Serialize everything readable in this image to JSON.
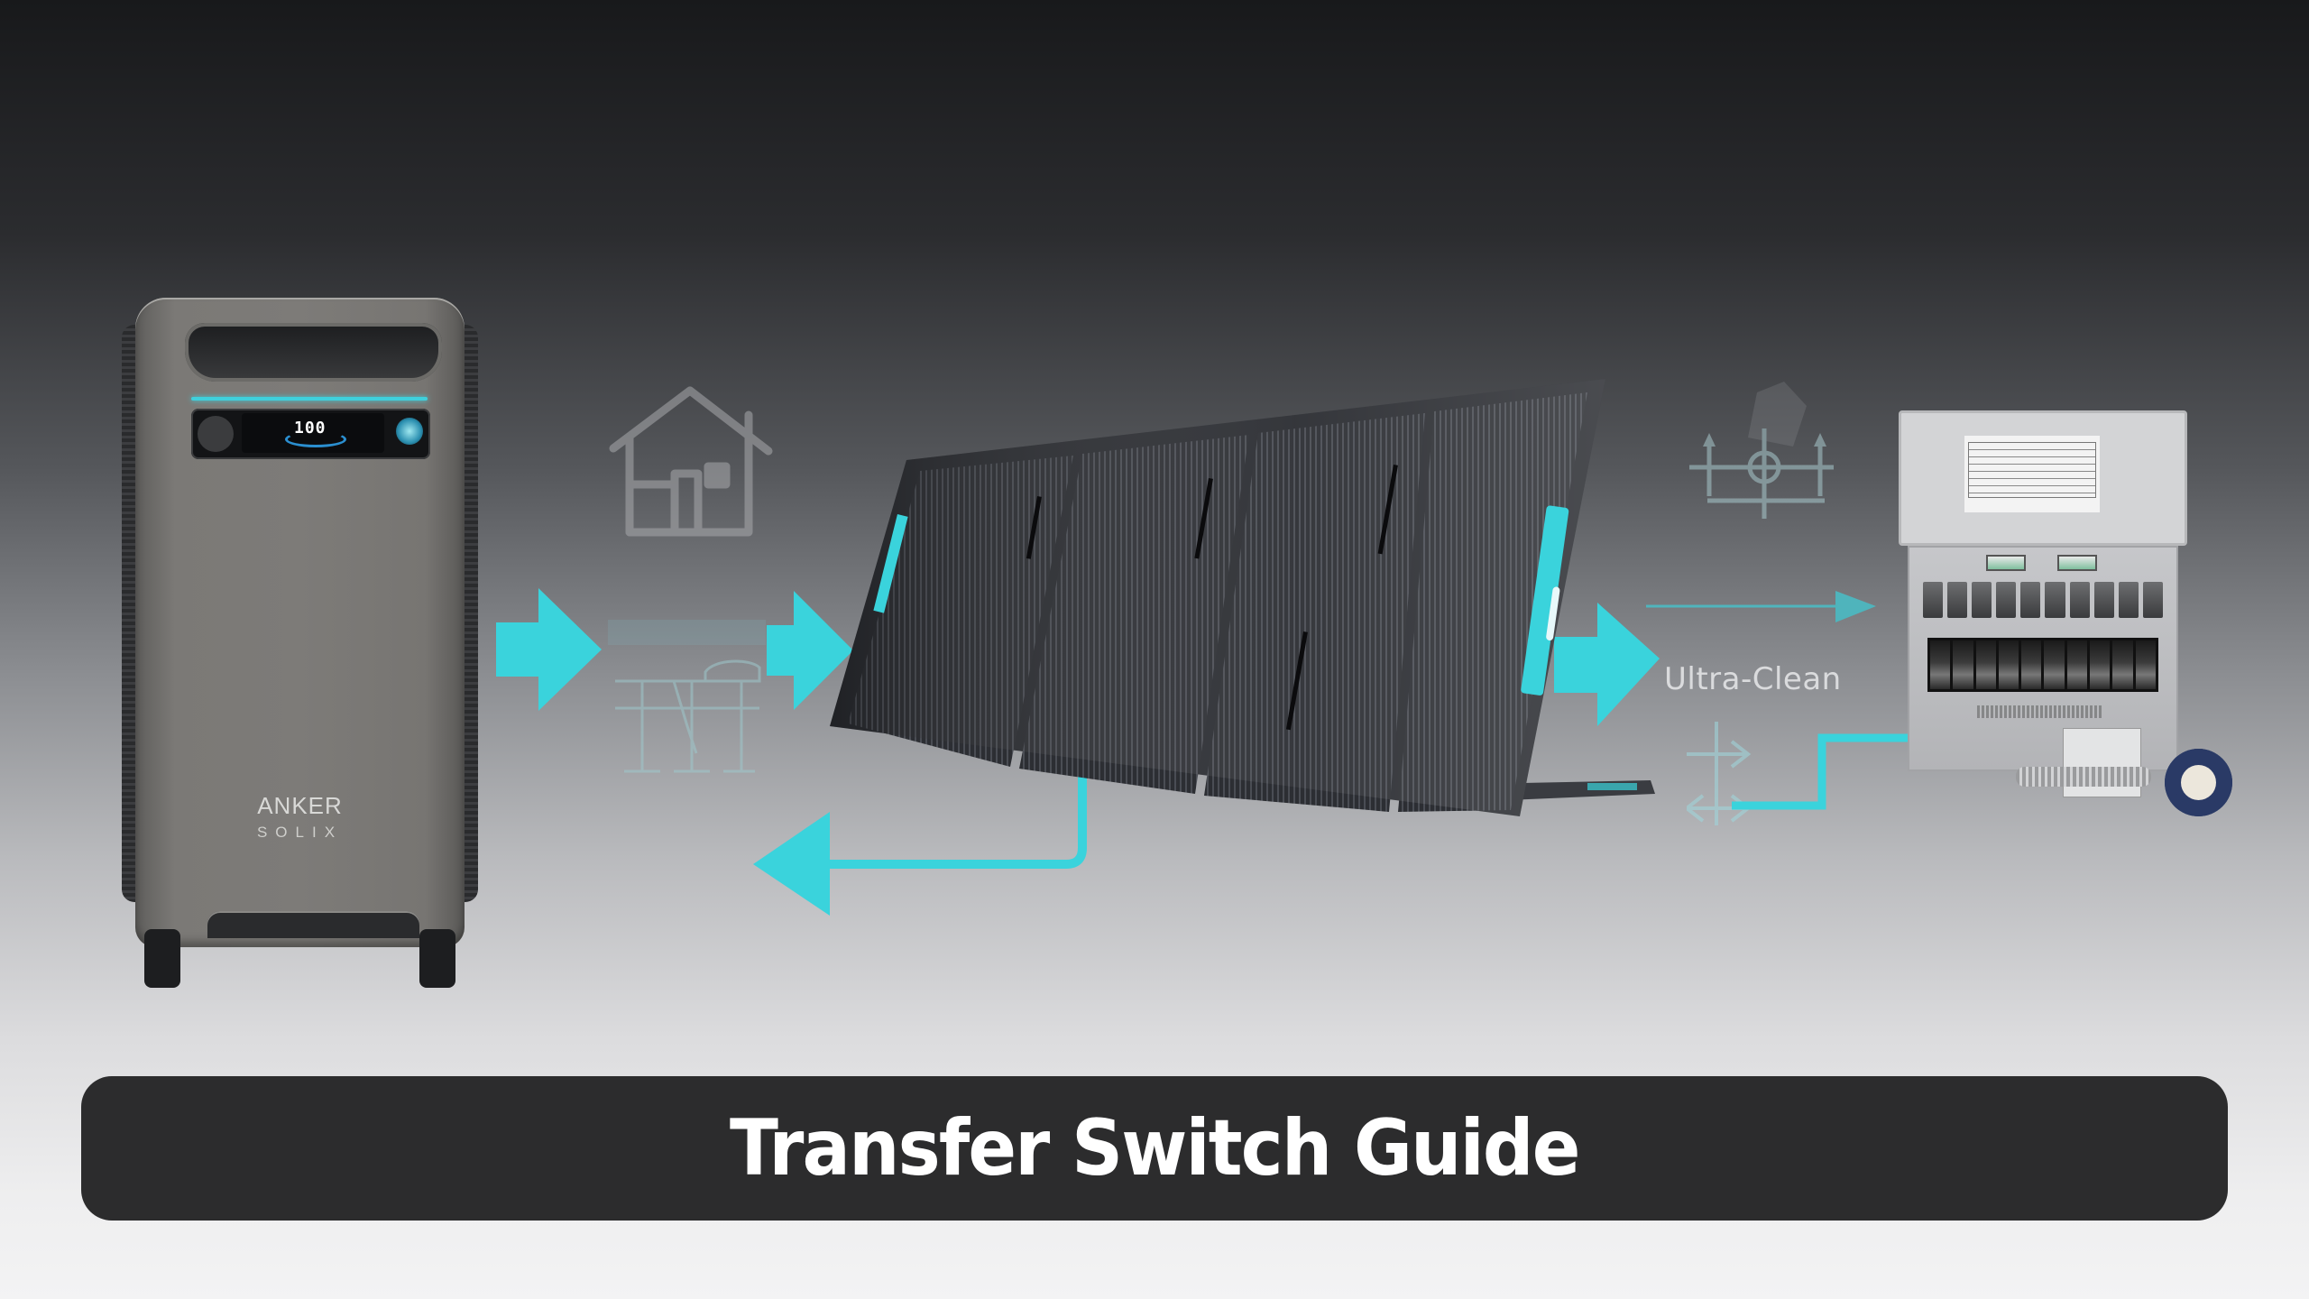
{
  "title_bar": {
    "title": "Transfer Switch Guide"
  },
  "power_station": {
    "brand": "ANKER",
    "sub_brand": "SOLIX",
    "display_value": "100",
    "accent_led_color": "#3fd0dc"
  },
  "flow_labels": {
    "ultra_clean": "Ultra-Clean"
  },
  "icons": [
    {
      "name": "house-icon",
      "position": "above first arrow"
    },
    {
      "name": "blueprint-icon",
      "position": "below house icon"
    },
    {
      "name": "circuit-node-icon",
      "position": "above Ultra-Clean label"
    },
    {
      "name": "bidirectional-arrow-icon",
      "position": "below Ultra-Clean label"
    }
  ],
  "arrows": [
    {
      "name": "arrow-right-1",
      "direction": "right"
    },
    {
      "name": "arrow-right-2",
      "direction": "right"
    },
    {
      "name": "arrow-right-3",
      "direction": "right"
    },
    {
      "name": "return-arrow",
      "direction": "left"
    },
    {
      "name": "thin-arrow",
      "direction": "right"
    },
    {
      "name": "connector-line",
      "direction": "right"
    }
  ],
  "colors": {
    "accent_cyan": "#3ad3dc",
    "title_bar_bg": "#2c2c2d",
    "title_text": "#ffffff",
    "background_top": "#18191b",
    "background_bottom": "#f3f3f4"
  }
}
